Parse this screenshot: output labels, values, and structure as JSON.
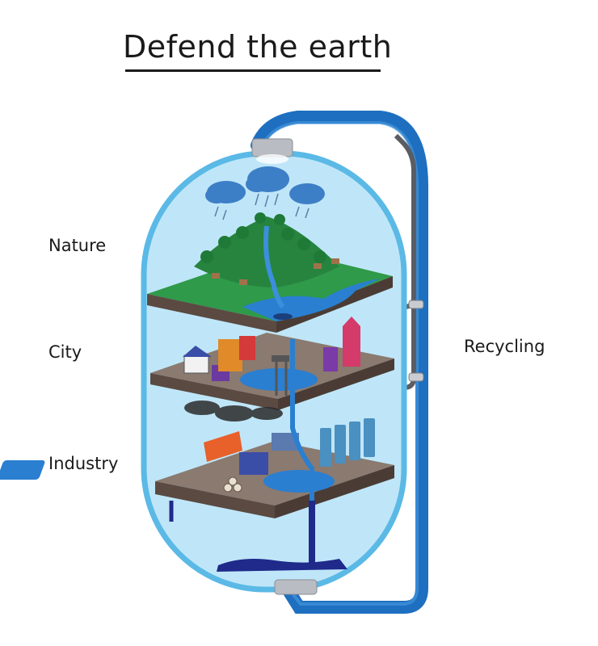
{
  "title": "Defend the earth",
  "labels": {
    "nature": "Nature",
    "city": "City",
    "industry": "Industry",
    "recycling": "Recycling"
  },
  "colors": {
    "capsule_fill": "#bfe6f8",
    "capsule_border": "#5bb9e6",
    "pipe_blue": "#1e6fc0",
    "pipe_grey": "#5a5d63",
    "grass": "#2f9a4a",
    "water": "#2a7fd0",
    "dirty_water": "#1f2a8a",
    "slab": "#5a4a42"
  }
}
